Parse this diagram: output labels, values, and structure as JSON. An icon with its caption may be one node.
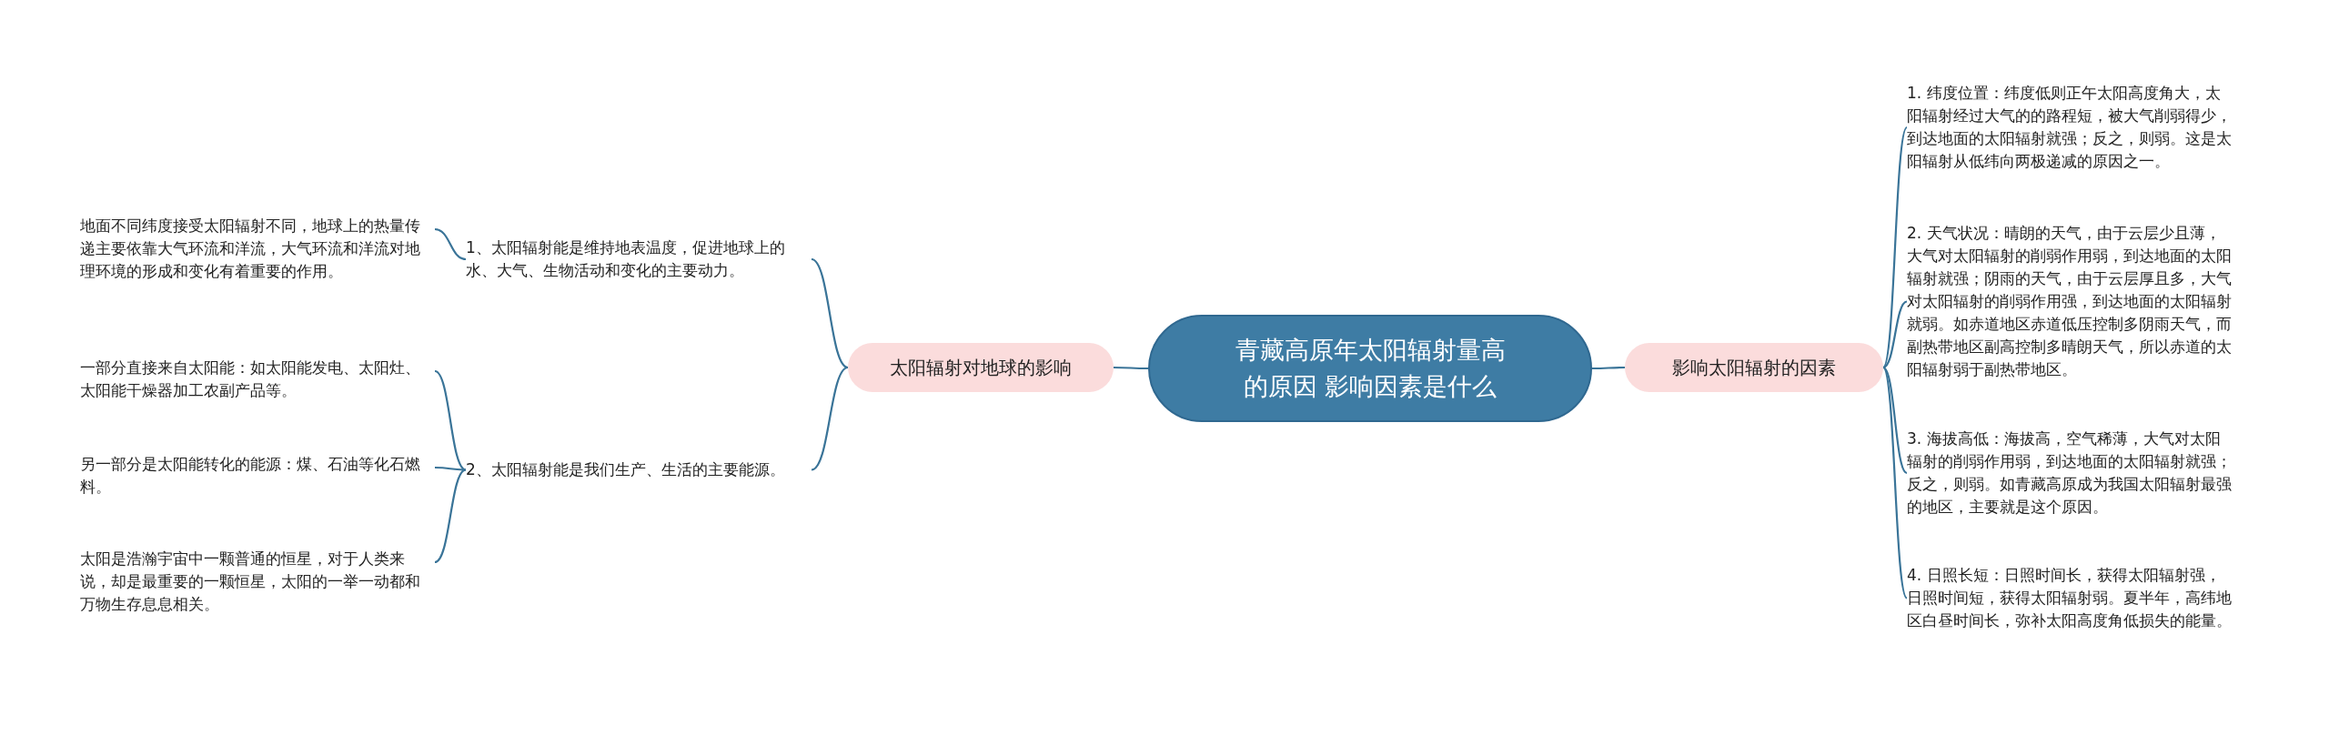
{
  "diagram": {
    "nodes": [
      {
        "text": [
          "青藏高原年太阳辐射量高的原因 影响因素是什么"
        ]
      },
      {
        "text": [
          "太阳辐射对地球的影响"
        ]
      },
      {
        "text": [
          "影响太阳辐射的因素"
        ]
      },
      {
        "text": [
          "1、太阳辐射能是维持地表温度，促进地球上的水、大气、生物活动和变化的主要动力。"
        ]
      },
      {
        "text": [
          "2、太阳辐射能是我们生产、生活的主要能源。"
        ]
      },
      {
        "text": [
          "地面不同纬度接受太阳辐射不同，地球上的热量传递主要依靠大气环流和洋流，大气环流和洋流对地理环境的形成和变化有着重要的作用。"
        ]
      },
      {
        "text": [
          "一部分直接来自太阳能：如太阳能发电、太阳灶、太阳能干燥器加工农副产品等。"
        ]
      },
      {
        "text": [
          "另一部分是太阳能转化的能源：煤、石油等化石燃料。"
        ]
      },
      {
        "text": [
          "太阳是浩瀚宇宙中一颗普通的恒星，对于人类来说，却是最重要的一颗恒星，太阳的一举一动都和万物生存息息相关。"
        ]
      },
      {
        "text": [
          "1. 纬度位置：纬度低则正午太阳高度角大，太阳辐射经过大气的的路程短，被大气削弱得少，到达地面的太阳辐射就强；反之，则弱。这是太阳辐射从低纬向两极递减的原因之一。"
        ]
      },
      {
        "text": [
          "2. 天气状况：晴朗的天气，由于云层少且薄，大气对太阳辐射的削弱作用弱，到达地面的太阳辐射就强；阴雨的天气，由于云层厚且多，大气对太阳辐射的削弱作用强，到达地面的太阳辐射就弱。如赤道地区赤道低压控制多阴雨天气，而副热带地区副高控制多晴朗天气，所以赤道的太阳辐射弱于副热带地区。"
        ]
      },
      {
        "text": [
          "3. 海拔高低：海拔高，空气稀薄，大气对太阳辐射的削弱作用弱，到达地面的太阳辐射就强；反之，则弱。如青藏高原成为我国太阳辐射最强的地区，主要就是这个原因。"
        ]
      },
      {
        "text": [
          "4. 日照长短：日照时间长，获得太阳辐射强，日照时间短，获得太阳辐射弱。夏半年，高纬地区白昼时间长，弥补太阳高度角低损失的能量。"
        ]
      }
    ],
    "edges": [
      {
        "from": 0,
        "to": 1,
        "arrow": "none"
      },
      {
        "from": 0,
        "to": 2,
        "arrow": "none"
      },
      {
        "from": 1,
        "to": 3,
        "arrow": "none"
      },
      {
        "from": 1,
        "to": 4,
        "arrow": "none"
      },
      {
        "from": 3,
        "to": 5,
        "arrow": "none"
      },
      {
        "from": 4,
        "to": 6,
        "arrow": "none"
      },
      {
        "from": 4,
        "to": 7,
        "arrow": "none"
      },
      {
        "from": 4,
        "to": 8,
        "arrow": "none"
      },
      {
        "from": 2,
        "to": 9,
        "arrow": "none"
      },
      {
        "from": 2,
        "to": 10,
        "arrow": "none"
      },
      {
        "from": 2,
        "to": 11,
        "arrow": "none"
      },
      {
        "from": 2,
        "to": 12,
        "arrow": "none"
      }
    ]
  }
}
